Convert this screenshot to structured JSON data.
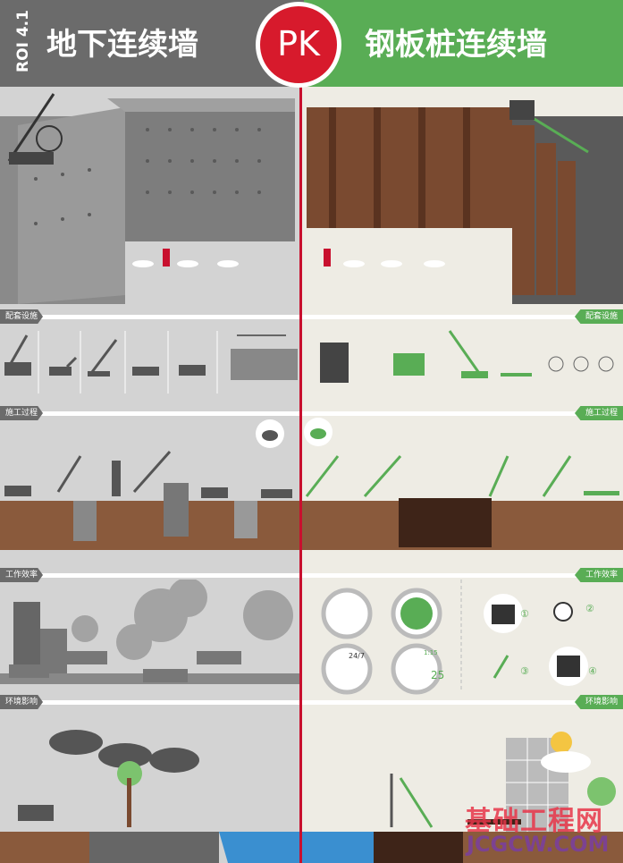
{
  "header": {
    "roi": "ROI 4.1",
    "left_title": "地下连续墙",
    "pk": "PK",
    "right_title": "钢板桩连续墙"
  },
  "sections": {
    "facilities": "配套设施",
    "process": "施工过程",
    "efficiency": "工作效率",
    "environment": "环境影响"
  },
  "efficiency_icons": {
    "clock_label": "24/7",
    "days": "25",
    "timer": "1:15",
    "markers": [
      "①",
      "②",
      "③",
      "④"
    ]
  },
  "watermark": {
    "cn": "基础工程网",
    "en": "JCGCW.COM"
  },
  "colors": {
    "gray": "#6b6b6b",
    "green": "#59ad55",
    "red": "#d71a2c",
    "soil": "#8a5a3c"
  }
}
